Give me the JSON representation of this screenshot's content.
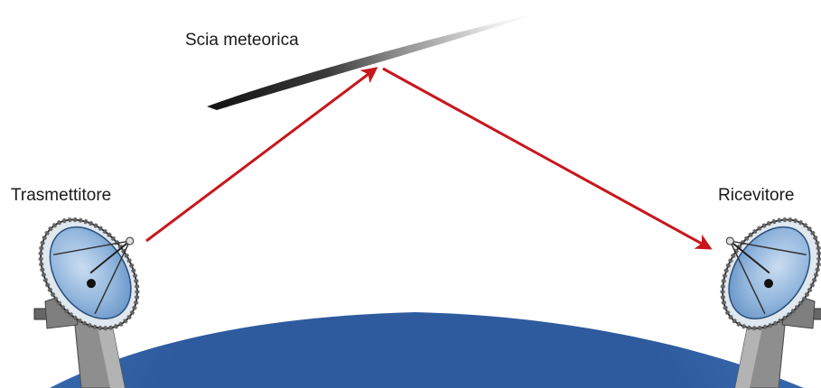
{
  "labels": {
    "meteor_trail": "Scia meteorica",
    "transmitter": "Trasmettitore",
    "receiver": "Ricevitore"
  },
  "colors": {
    "signal_path": "#c8161d",
    "earth": "#2e5b9e",
    "dish_face": "#8fb4dc",
    "dish_rim": "#dfe7ef",
    "mount": "#9a9a9a",
    "meteor": "#2a2a2a"
  },
  "icons": {
    "transmitter": "satellite-dish-icon",
    "receiver": "satellite-dish-icon"
  }
}
